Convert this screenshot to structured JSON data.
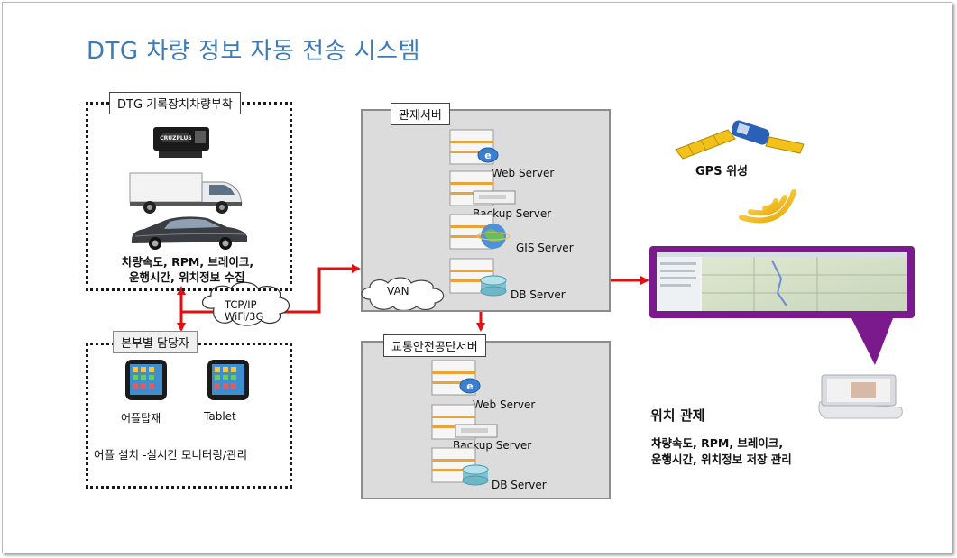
{
  "title": "DTG 차량 정보 자동 전송 시스템",
  "vehicle_box": {
    "label": "DTG 기록장치차량부착",
    "device_text": "CRUZPLUS",
    "data_line1": "차량속도, RPM, 브레이크,",
    "data_line2": "운행시간, 위치정보 수집"
  },
  "network": {
    "line1": "TCP/IP",
    "line2": "WiFi/3G"
  },
  "staff_box": {
    "label": "본부별 담당자",
    "device1_caption": "어플탑재",
    "device2_caption": "Tablet",
    "summary": "어플 설치 -실시간 모니터링/관리"
  },
  "control_server": {
    "label": "관재서버",
    "servers": [
      "Web Server",
      "Backup Server",
      "GIS Server",
      "DB Server"
    ],
    "van_label": "VAN"
  },
  "safety_server": {
    "label": "교통안전공단서버",
    "servers": [
      "Web Server",
      "Backup Server",
      "DB Server"
    ]
  },
  "gps": {
    "label": "GPS 위성"
  },
  "location": {
    "title": "위치 관제",
    "line1": "차량속도,  RPM,  브레이크,",
    "line2": "운행시간,  위치정보  저장  관리"
  },
  "colors": {
    "title": "#3c7ab8",
    "arrow": "#e01010",
    "monitor_frame": "#7a1a8c",
    "server_box": "#dcdcdc"
  }
}
